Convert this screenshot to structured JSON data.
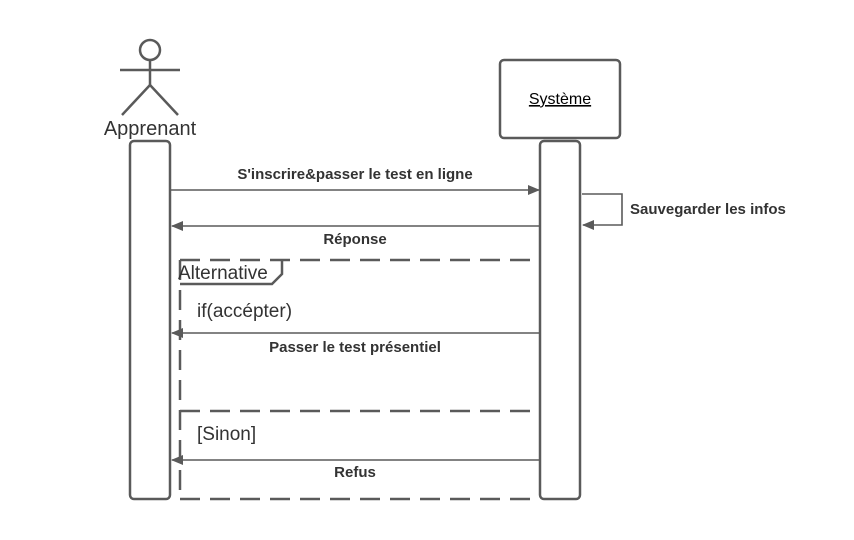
{
  "actor": {
    "label": "Apprenant"
  },
  "system": {
    "label": "Système"
  },
  "messages": {
    "m1": "S'inscrire&passer le test en ligne",
    "m2": "Sauvegarder les infos",
    "m3": "Réponse",
    "m4": "Passer le test présentiel",
    "m5": "Refus"
  },
  "fragment": {
    "label": "Alternative",
    "guard1": "if(accépter)",
    "guard2": "[Sinon]"
  },
  "colors": {
    "stroke": "#5a5a5a",
    "text": "#333333"
  }
}
